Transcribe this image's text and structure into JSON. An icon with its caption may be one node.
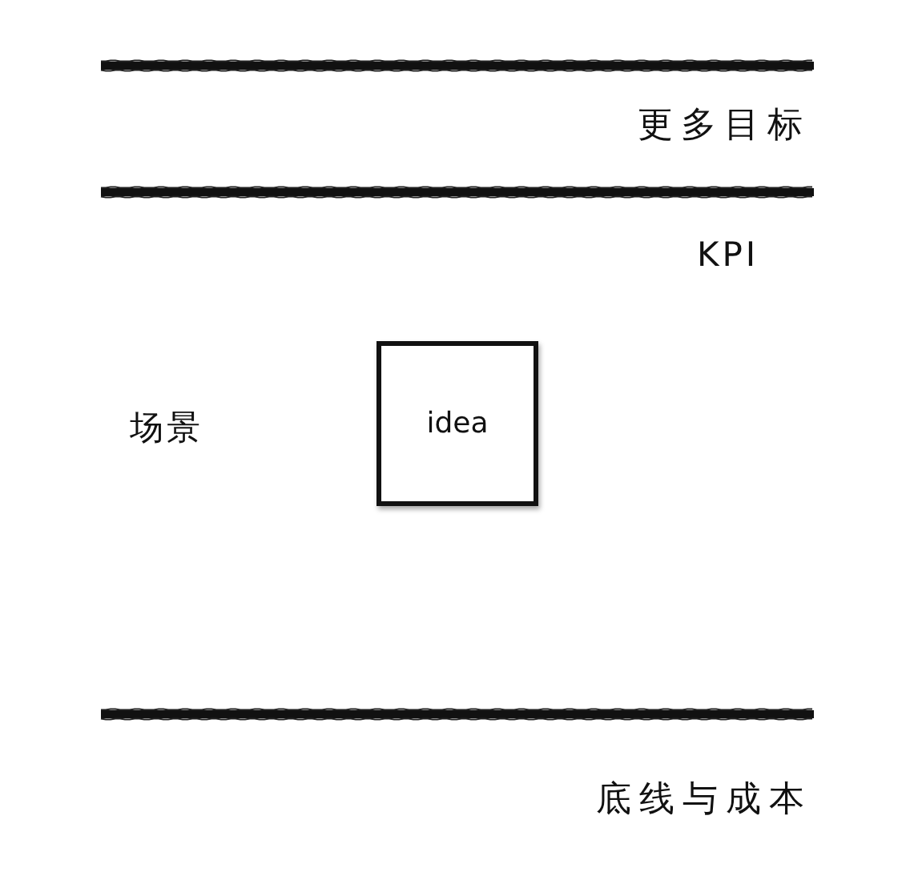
{
  "diagram": {
    "nodes": [
      {
        "text": [
          "idea"
        ]
      }
    ],
    "labels": [
      "更多目标",
      "KPI",
      "场景",
      "底线与成本"
    ]
  }
}
